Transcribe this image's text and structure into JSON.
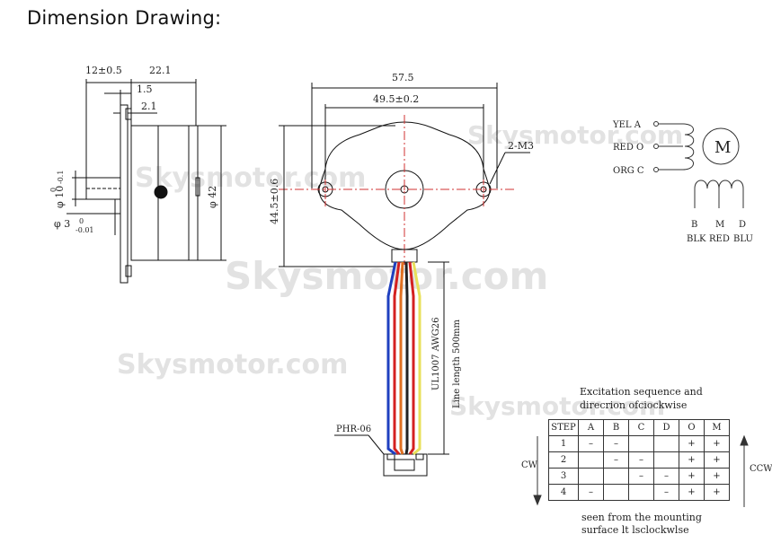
{
  "title": "Dimension Drawing:",
  "watermark": "Skysmotor.com",
  "side_view": {
    "dim_top1": "12±0.5",
    "dim_top2": "22.1",
    "dim_15": "1.5",
    "dim_21": "2.1",
    "dim_phi42": "φ 42",
    "shaft_phi10_base": "φ 10",
    "shaft_phi10_tol_hi": "0",
    "shaft_phi10_tol_lo": "-0.1",
    "shaft_phi3_base": "φ 3",
    "shaft_phi3_tol_hi": "0",
    "shaft_phi3_tol_lo": "-0.01"
  },
  "front_view": {
    "dim_width": "57.5",
    "dim_holes": "49.5±0.2",
    "dim_height": "44.5±0.6",
    "hole_label": "2-M3",
    "cable_label": "UL1007  AWG26",
    "length_label": "Line length 500mm",
    "connector_label": "PHR-06"
  },
  "schematic": {
    "top_wires": [
      {
        "name": "YEL",
        "pin": "A"
      },
      {
        "name": "RED",
        "pin": "O"
      },
      {
        "name": "ORG",
        "pin": "C"
      }
    ],
    "motor_symbol": "M",
    "bottom_pins": [
      "B",
      "M",
      "D"
    ],
    "bottom_colors": [
      "BLK",
      "RED",
      "BLU"
    ]
  },
  "excitation": {
    "caption_line1": "Excitation sequence and",
    "caption_line2": "direcrion ofciockwise",
    "headers": [
      "STEP",
      "A",
      "B",
      "C",
      "D",
      "O",
      "M"
    ],
    "rows": [
      [
        "1",
        "–",
        "–",
        "",
        "",
        "+",
        "+"
      ],
      [
        "2",
        "",
        "–",
        "–",
        "",
        "+",
        "+"
      ],
      [
        "3",
        "",
        "",
        "–",
        "–",
        "+",
        "+"
      ],
      [
        "4",
        "–",
        "",
        "",
        "–",
        "+",
        "+"
      ]
    ],
    "left_label": "CW",
    "right_label": "CCW",
    "footer_line1": "seen from the mounting",
    "footer_line2": "surface lt lsclockwlse"
  },
  "wire_colors": [
    "#1f3fbf",
    "#d42020",
    "#e07020",
    "#222222",
    "#d42020",
    "#e8e05a"
  ]
}
